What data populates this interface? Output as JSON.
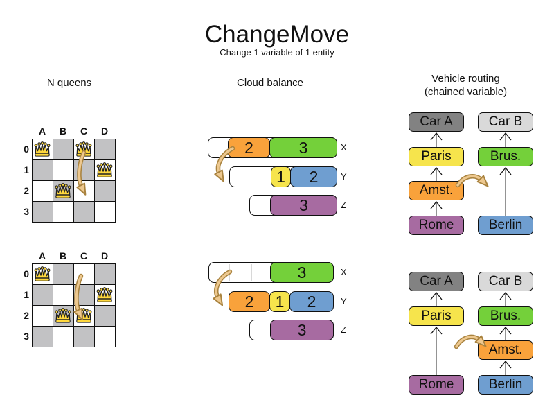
{
  "header": {
    "title": "ChangeMove",
    "subtitle": "Change 1 variable of 1 entity"
  },
  "sections": {
    "nqueens_title": "N queens",
    "cloud_title": "Cloud balance",
    "vehicle_title": "Vehicle routing",
    "vehicle_subtitle": "(chained variable)"
  },
  "nqueens": {
    "columns": [
      "A",
      "B",
      "C",
      "D"
    ],
    "rows": [
      "0",
      "1",
      "2",
      "3"
    ],
    "before": {
      "queens": [
        "A0",
        "C0",
        "D1",
        "B2"
      ]
    },
    "after": {
      "queens": [
        "A0",
        "D1",
        "B2",
        "C2"
      ]
    },
    "move_arrow": {
      "from": "C0",
      "to": "C2"
    }
  },
  "cloud": {
    "row_labels": [
      "X",
      "Y",
      "Z"
    ],
    "before": {
      "x_segments": [
        {
          "value": "2",
          "color": "orange"
        },
        {
          "value": "3",
          "color": "green"
        }
      ],
      "y_segments": [
        {
          "value": "1",
          "color": "yellow"
        },
        {
          "value": "2",
          "color": "blue"
        }
      ],
      "z_segments": [
        {
          "value": "3",
          "color": "purple"
        }
      ]
    },
    "after": {
      "x_segments": [
        {
          "value": "3",
          "color": "green"
        }
      ],
      "y_segments": [
        {
          "value": "2",
          "color": "orange"
        },
        {
          "value": "1",
          "color": "yellow"
        },
        {
          "value": "2",
          "color": "blue"
        }
      ],
      "z_segments": [
        {
          "value": "3",
          "color": "purple"
        }
      ]
    },
    "move_arrow": {
      "segment": "2",
      "from": "X",
      "to": "Y"
    }
  },
  "vehicle": {
    "before": {
      "chain_a": [
        "Car A",
        "Paris",
        "Amst.",
        "Rome"
      ],
      "chain_b": [
        "Car B",
        "Brus.",
        "Berlin"
      ]
    },
    "after": {
      "chain_a": [
        "Car A",
        "Paris",
        "Rome"
      ],
      "chain_b": [
        "Car B",
        "Brus.",
        "Amst.",
        "Berlin"
      ]
    },
    "move_arrow": {
      "entity": "Amst.",
      "from": "chain_a",
      "to": "chain_b"
    }
  },
  "colors": {
    "orange": "#f9a23b",
    "green": "#74d03a",
    "yellow": "#f6e44c",
    "blue": "#6f9ed0",
    "purple": "#a76ba1",
    "car_a_gray": "#828282",
    "car_b_gray": "#d9d9d9",
    "board_dark": "#c2c2c4",
    "queen_gold": "#ffd83d",
    "move_arrow_fill": "#edc88f",
    "move_arrow_stroke": "#a9833f",
    "chain_line": "#7a7a7a"
  }
}
